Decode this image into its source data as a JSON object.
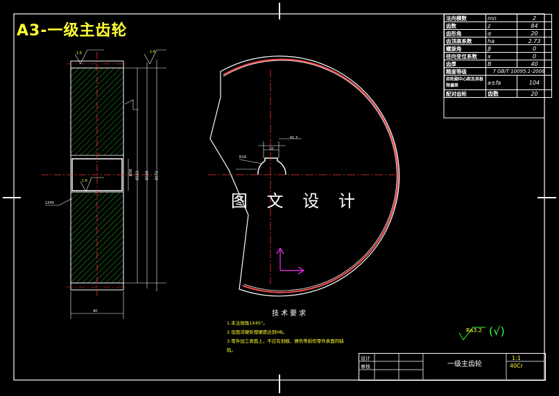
{
  "drawing_title": "A3-一级主齿轮",
  "watermark": "图 文 设 计",
  "tech_requirements": {
    "title": "技术要求",
    "notes": [
      "1.未注倒角1X45°。",
      "2.齿面淬硬处理硬度达到HB。",
      "3.零件加工表面上，不应有划痕、擦伤等损伤零件表面的缺",
      "陷。"
    ]
  },
  "parameters": [
    {
      "name": "法向模数",
      "symbol": "mn",
      "value": "2"
    },
    {
      "name": "齿数",
      "symbol": "z",
      "value": "84"
    },
    {
      "name": "齿形角",
      "symbol": "α",
      "value": "20"
    },
    {
      "name": "齿顶高系数",
      "symbol": "ha",
      "value": "2.73"
    },
    {
      "name": "螺旋角",
      "symbol": "β",
      "value": "0"
    },
    {
      "name": "径向变位系数",
      "symbol": "x",
      "value": "0"
    },
    {
      "name": "齿厚",
      "symbol": "B",
      "value": "40"
    },
    {
      "name": "精度等级",
      "symbol": "",
      "value": "7 GB/T 10095.1-2008"
    },
    {
      "name": "齿轮副中心距及其极限偏差",
      "symbol": "a±fa",
      "value": "104"
    },
    {
      "name": "配对齿轮",
      "symbol": "齿数",
      "value": "20"
    }
  ],
  "title_block": {
    "part_name": "一级主齿轮",
    "scale": "1:1",
    "drawing_no": "40Cr",
    "label_design": "设计",
    "label_check": "审核"
  },
  "dimension_labels": {
    "roughness_top_left": "1.6",
    "roughness_top_right": "1.6",
    "roughness_bore": "1.6",
    "chamfer": "1X45",
    "width": "40",
    "diam_bore": "Ø38",
    "diam_root": "Ø163",
    "diam_pitch": "Ø168",
    "diam_tip": "Ø172",
    "keyway_depth": "41.3",
    "keyway_width": "10",
    "bore_radius": "R19",
    "surface_roughness_mark": "Ra3.2",
    "general_roughness": "(√)"
  },
  "colors": {
    "background": "#000000",
    "line_white": "#ffffff",
    "hatch_green": "#33ff33",
    "center_red": "#ff3333",
    "text_yellow": "#ffff33",
    "axis_magenta": "#ff33ff",
    "gear_tip_red": "#ff5050"
  }
}
